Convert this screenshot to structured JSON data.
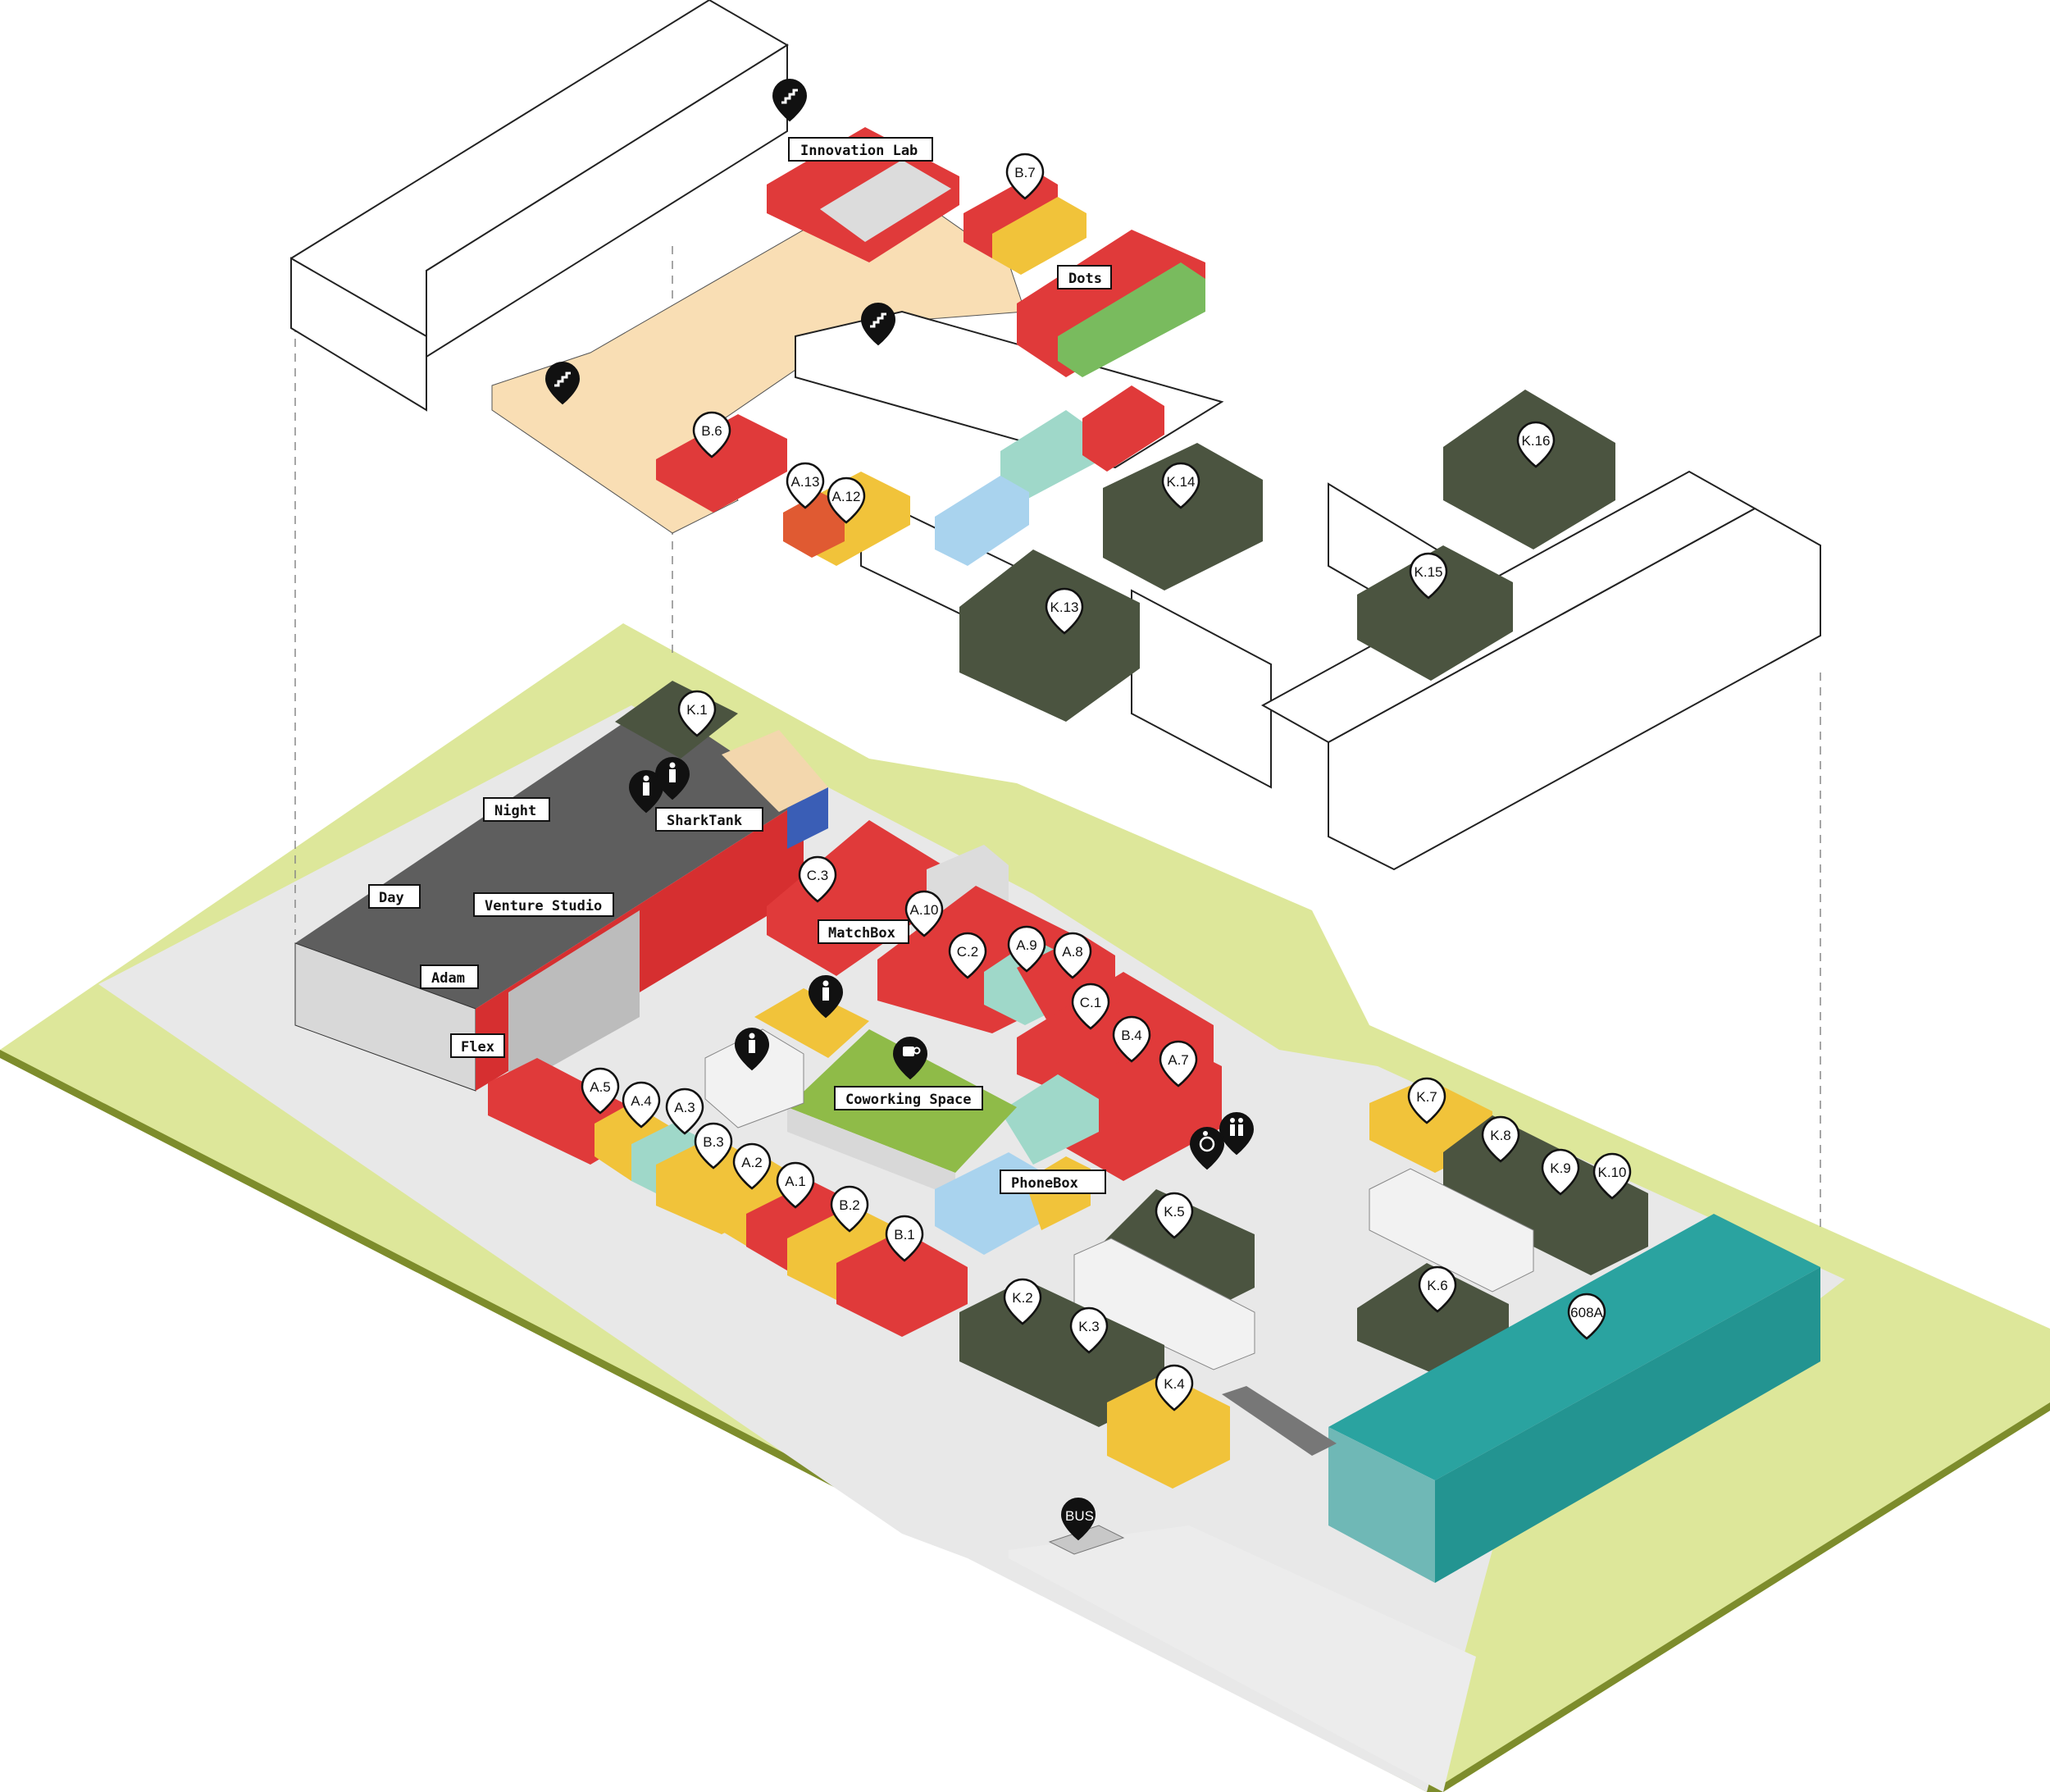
{
  "labels": {
    "innovation_lab": "Innovation Lab",
    "dots": "Dots",
    "night": "Night",
    "sharktank": "SharkTank",
    "day": "Day",
    "venture_studio": "Venture Studio",
    "adam": "Adam",
    "flex": "Flex",
    "matchbox": "MatchBox",
    "coworking_space": "Coworking Space",
    "phonebox": "PhoneBox"
  },
  "pins": {
    "b7": "B.7",
    "b6": "B.6",
    "a13": "A.13",
    "a12": "A.12",
    "k14": "K.14",
    "k16": "K.16",
    "k15": "K.15",
    "k13": "K.13",
    "k1": "K.1",
    "c3": "C.3",
    "a10": "A.10",
    "c2": "C.2",
    "a9": "A.9",
    "a8": "A.8",
    "c1": "C.1",
    "b4": "B.4",
    "a7": "A.7",
    "a5": "A.5",
    "a4": "A.4",
    "a3": "A.3",
    "b3": "B.3",
    "a2": "A.2",
    "a1": "A.1",
    "b2": "B.2",
    "b1": "B.1",
    "k5": "K.5",
    "k7": "K.7",
    "k8": "K.8",
    "k9": "K.9",
    "k10": "K.10",
    "k6": "K.6",
    "k608a": "608A",
    "k2": "K.2",
    "k3": "K.3",
    "k4": "K.4"
  },
  "bus": "BUS",
  "icons": [
    "stairs-icon",
    "restroom-icon",
    "accessible-icon",
    "coffee-icon",
    "bus-stop-icon"
  ],
  "colors": {
    "grass": "#dde79a",
    "grass_edge": "#7d8c2c",
    "paving": "#e6e6e6",
    "deck": "#f9deb4",
    "red": "#e03a3a",
    "yellow": "#f1c33a",
    "green_dark": "#4b5440",
    "teal": "#2aa3a0",
    "mint": "#9fd8c9",
    "lightblue": "#a9d3ee",
    "green_roof": "#8fbb48",
    "gray_roof": "#606060"
  }
}
